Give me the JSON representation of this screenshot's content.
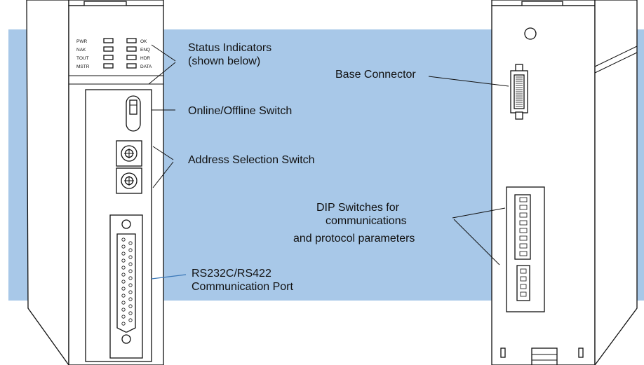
{
  "colors": {
    "band": "#a8c8e8",
    "line": "#111111",
    "port_leader": "#3a78b8"
  },
  "module_front": {
    "leds_left": [
      "PWR",
      "NAK",
      "TOUT",
      "MSTR"
    ],
    "leds_right": [
      "OK",
      "ENQ",
      "HDR",
      "DATA"
    ]
  },
  "callouts": {
    "status_line1": "Status Indicators",
    "status_line2": "(shown below)",
    "online": "Online/Offline Switch",
    "address": "Address Selection Switch",
    "port_line1": "RS232C/RS422",
    "port_line2": "Communication Port",
    "base": "Base Connector",
    "dip_line1": "DIP Switches for",
    "dip_line2": "communications",
    "dip_line3": "and protocol parameters"
  },
  "icons": [
    "rotary-switch-icon",
    "toggle-switch-icon",
    "db25-connector-icon",
    "dip-switch-icon"
  ]
}
